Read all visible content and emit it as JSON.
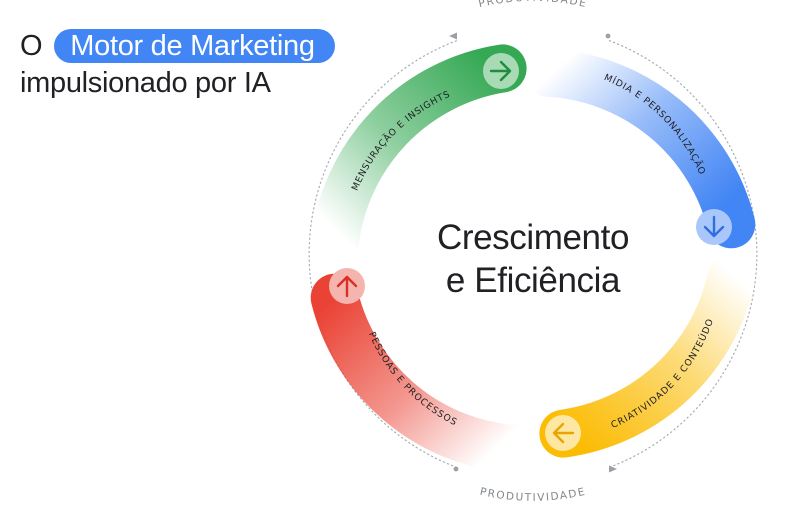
{
  "title": {
    "prefix": "O",
    "highlight": "Motor de Marketing",
    "line2": "impulsionado por IA"
  },
  "center": {
    "line1": "Crescimento",
    "line2": "e Eficiência"
  },
  "outer_labels": {
    "top": "PRODUTIVIDADE",
    "bottom": "PRODUTIVIDADE"
  },
  "segments": [
    {
      "label": "MÍDIA E PERSONALIZAÇÃO",
      "color": "#4285f4",
      "icon": "arrow-down-icon"
    },
    {
      "label": "CRIATIVIDADE E CONTEÚDO",
      "color": "#fbbc04",
      "icon": "arrow-left-icon"
    },
    {
      "label": "PESSOAS E PROCESSOS",
      "color": "#ea4335",
      "icon": "arrow-up-icon"
    },
    {
      "label": "MENSURAÇÃO E INSIGHTS",
      "color": "#34a853",
      "icon": "arrow-right-icon"
    }
  ]
}
